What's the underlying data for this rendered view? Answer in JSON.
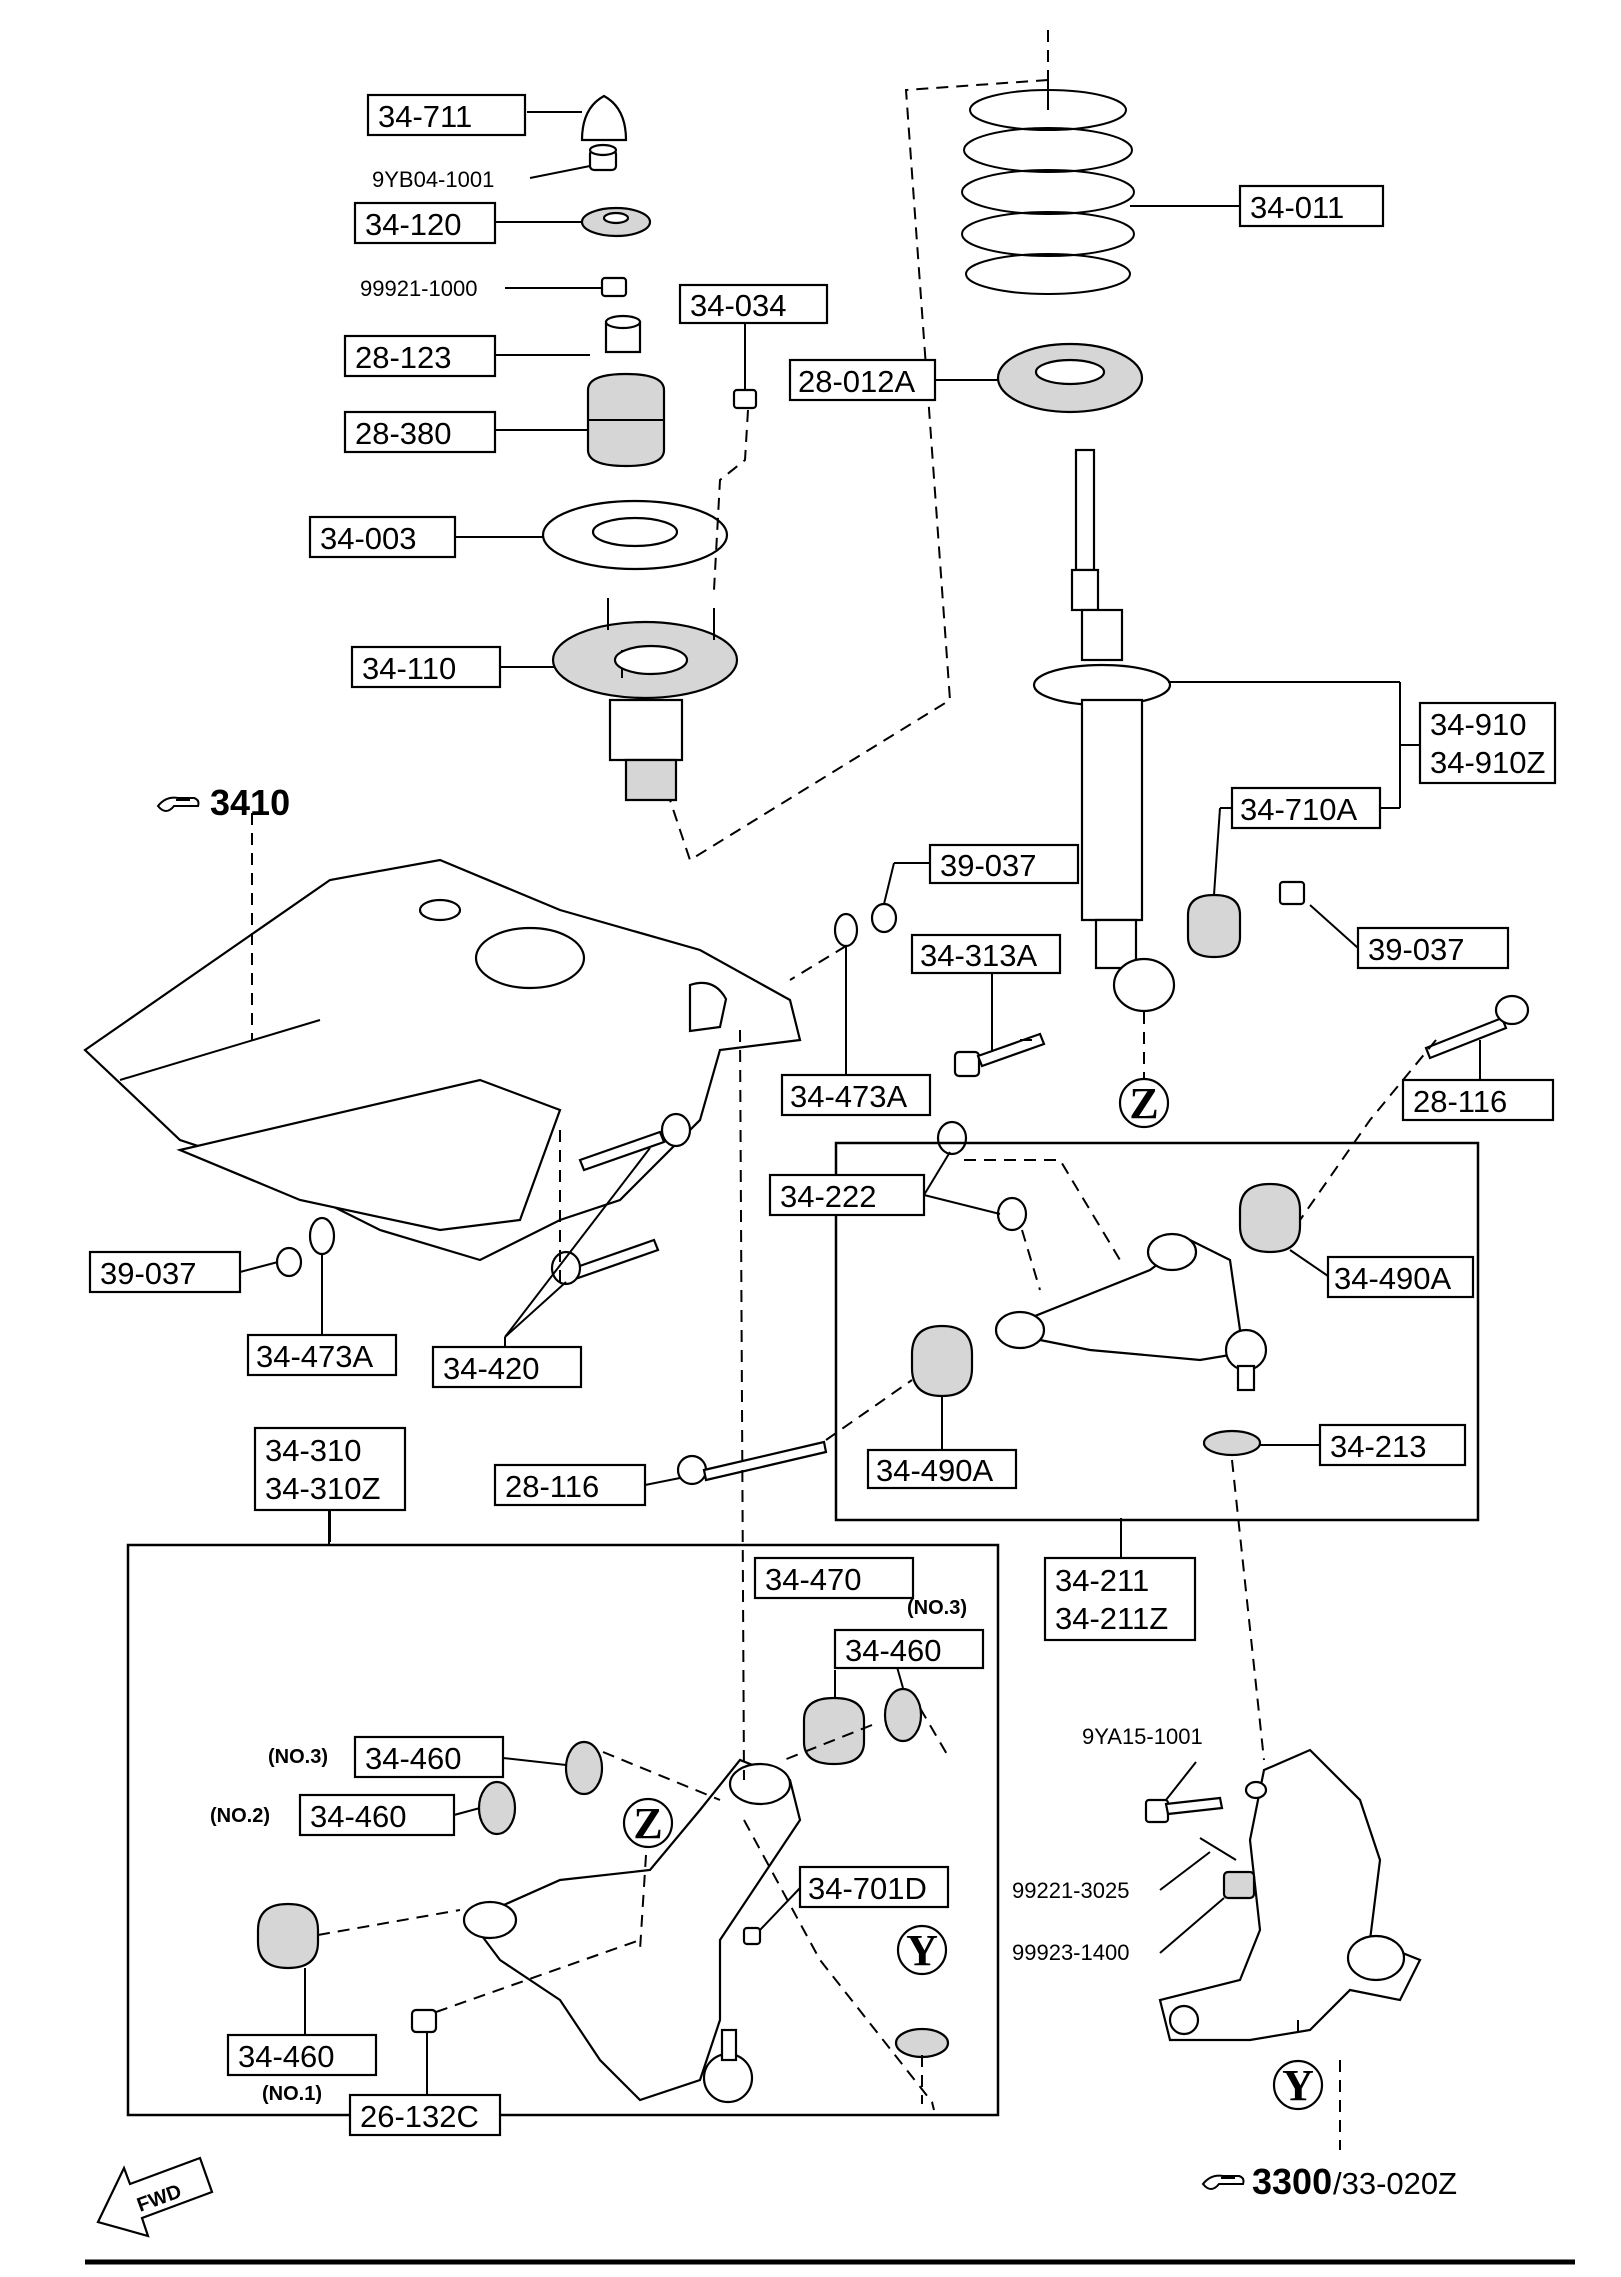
{
  "parts": {
    "p34_711": "34-711",
    "p9yb04": "9YB04-1001",
    "p34_120": "34-120",
    "p99921": "99921-1000",
    "p28_123": "28-123",
    "p34_034": "34-034",
    "p28_380": "28-380",
    "p34_003": "34-003",
    "p34_110": "34-110",
    "p34_011": "34-011",
    "p28_012a": "28-012A",
    "p34_910": "34-910",
    "p34_910z": "34-910Z",
    "p34_710a": "34-710A",
    "p39_037_a": "39-037",
    "p39_037_b": "39-037",
    "p34_313a": "34-313A",
    "p34_473a_a": "34-473A",
    "p28_116_a": "28-116",
    "p34_222": "34-222",
    "p34_490a_a": "34-490A",
    "p39_037_c": "39-037",
    "p34_473a_b": "34-473A",
    "p34_420": "34-420",
    "p34_310": "34-310",
    "p34_310z": "34-310Z",
    "p28_116_b": "28-116",
    "p34_490a_b": "34-490A",
    "p34_213": "34-213",
    "p34_211": "34-211",
    "p34_211z": "34-211Z",
    "p34_470": "34-470",
    "p34_460_a": "34-460",
    "p34_460_b": "34-460",
    "p34_460_c": "34-460",
    "p34_460_d": "34-460",
    "p9ya15": "9YA15-1001",
    "p99221": "99221-3025",
    "p99923": "99923-1400",
    "p34_701d": "34-701D",
    "p26_132c": "26-132C"
  },
  "notes": {
    "no3_a": "(NO.3)",
    "no3_b": "(NO.3)",
    "no2": "(NO.2)",
    "no1": "(NO.1)"
  },
  "markers": {
    "z": "Z",
    "y": "Y"
  },
  "refs": {
    "ref_3410": "3410",
    "ref_3300": "3300",
    "ref_3300_suffix": "/33-020Z"
  },
  "fwd": "FWD",
  "icons": {
    "reference": "hand-pointer-icon",
    "direction": "fwd-arrow-icon"
  }
}
